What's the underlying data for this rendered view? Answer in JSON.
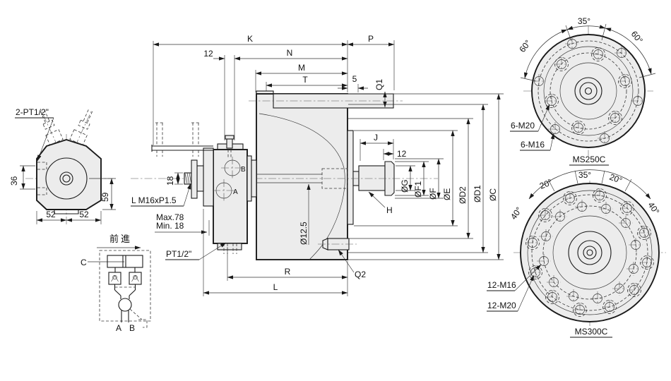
{
  "colors": {
    "line": "#1a1a1a",
    "part_fill": "#ececec",
    "background": "#ffffff"
  },
  "left_view": {
    "port_label": "2-PT1/2\"",
    "dim_width_upper": "36",
    "dim_height": "59",
    "dim_half_left": "52",
    "dim_half_right": "52"
  },
  "schematic": {
    "direction_label": "前進",
    "port_c": "C",
    "port_a": "A",
    "port_b": "B"
  },
  "main_view": {
    "dim_k": "K",
    "dim_p": "P",
    "dim_offset_12": "12",
    "dim_n": "N",
    "dim_m": "M",
    "dim_t": "T",
    "dim_5": "5",
    "dim_q1": "Q1",
    "dim_j": "J",
    "dim_12": "12",
    "dia_g": "ØG",
    "dia_f1": "ØF1",
    "dia_f": "ØF",
    "dia_e": "ØE",
    "dia_d2": "ØD2",
    "dia_d1": "ØD1",
    "dia_c": "ØC",
    "dia_bore": "Ø12.5",
    "dim_rod": "18",
    "thread_label": "L M16xP1.5",
    "stroke_max": "Max.78",
    "stroke_min": "Min. 18",
    "port_label": "PT1/2\"",
    "port_b": "B",
    "port_a": "A",
    "label_h": "H",
    "dim_r": "R",
    "dim_l": "L",
    "label_q2": "Q2"
  },
  "ms250c": {
    "angle_top": "35°",
    "angle_left": "60°",
    "angle_right": "60°",
    "bolts_m20": "6-M20",
    "bolts_m16": "6-M16",
    "title": "MS250C"
  },
  "ms300c": {
    "angle_top": "35°",
    "angle_left_20": "20°",
    "angle_right_20": "20°",
    "angle_left_40": "40°",
    "angle_right_40": "40°",
    "bolts_m16": "12-M16",
    "bolts_m20": "12-M20",
    "title": "MS300C"
  }
}
